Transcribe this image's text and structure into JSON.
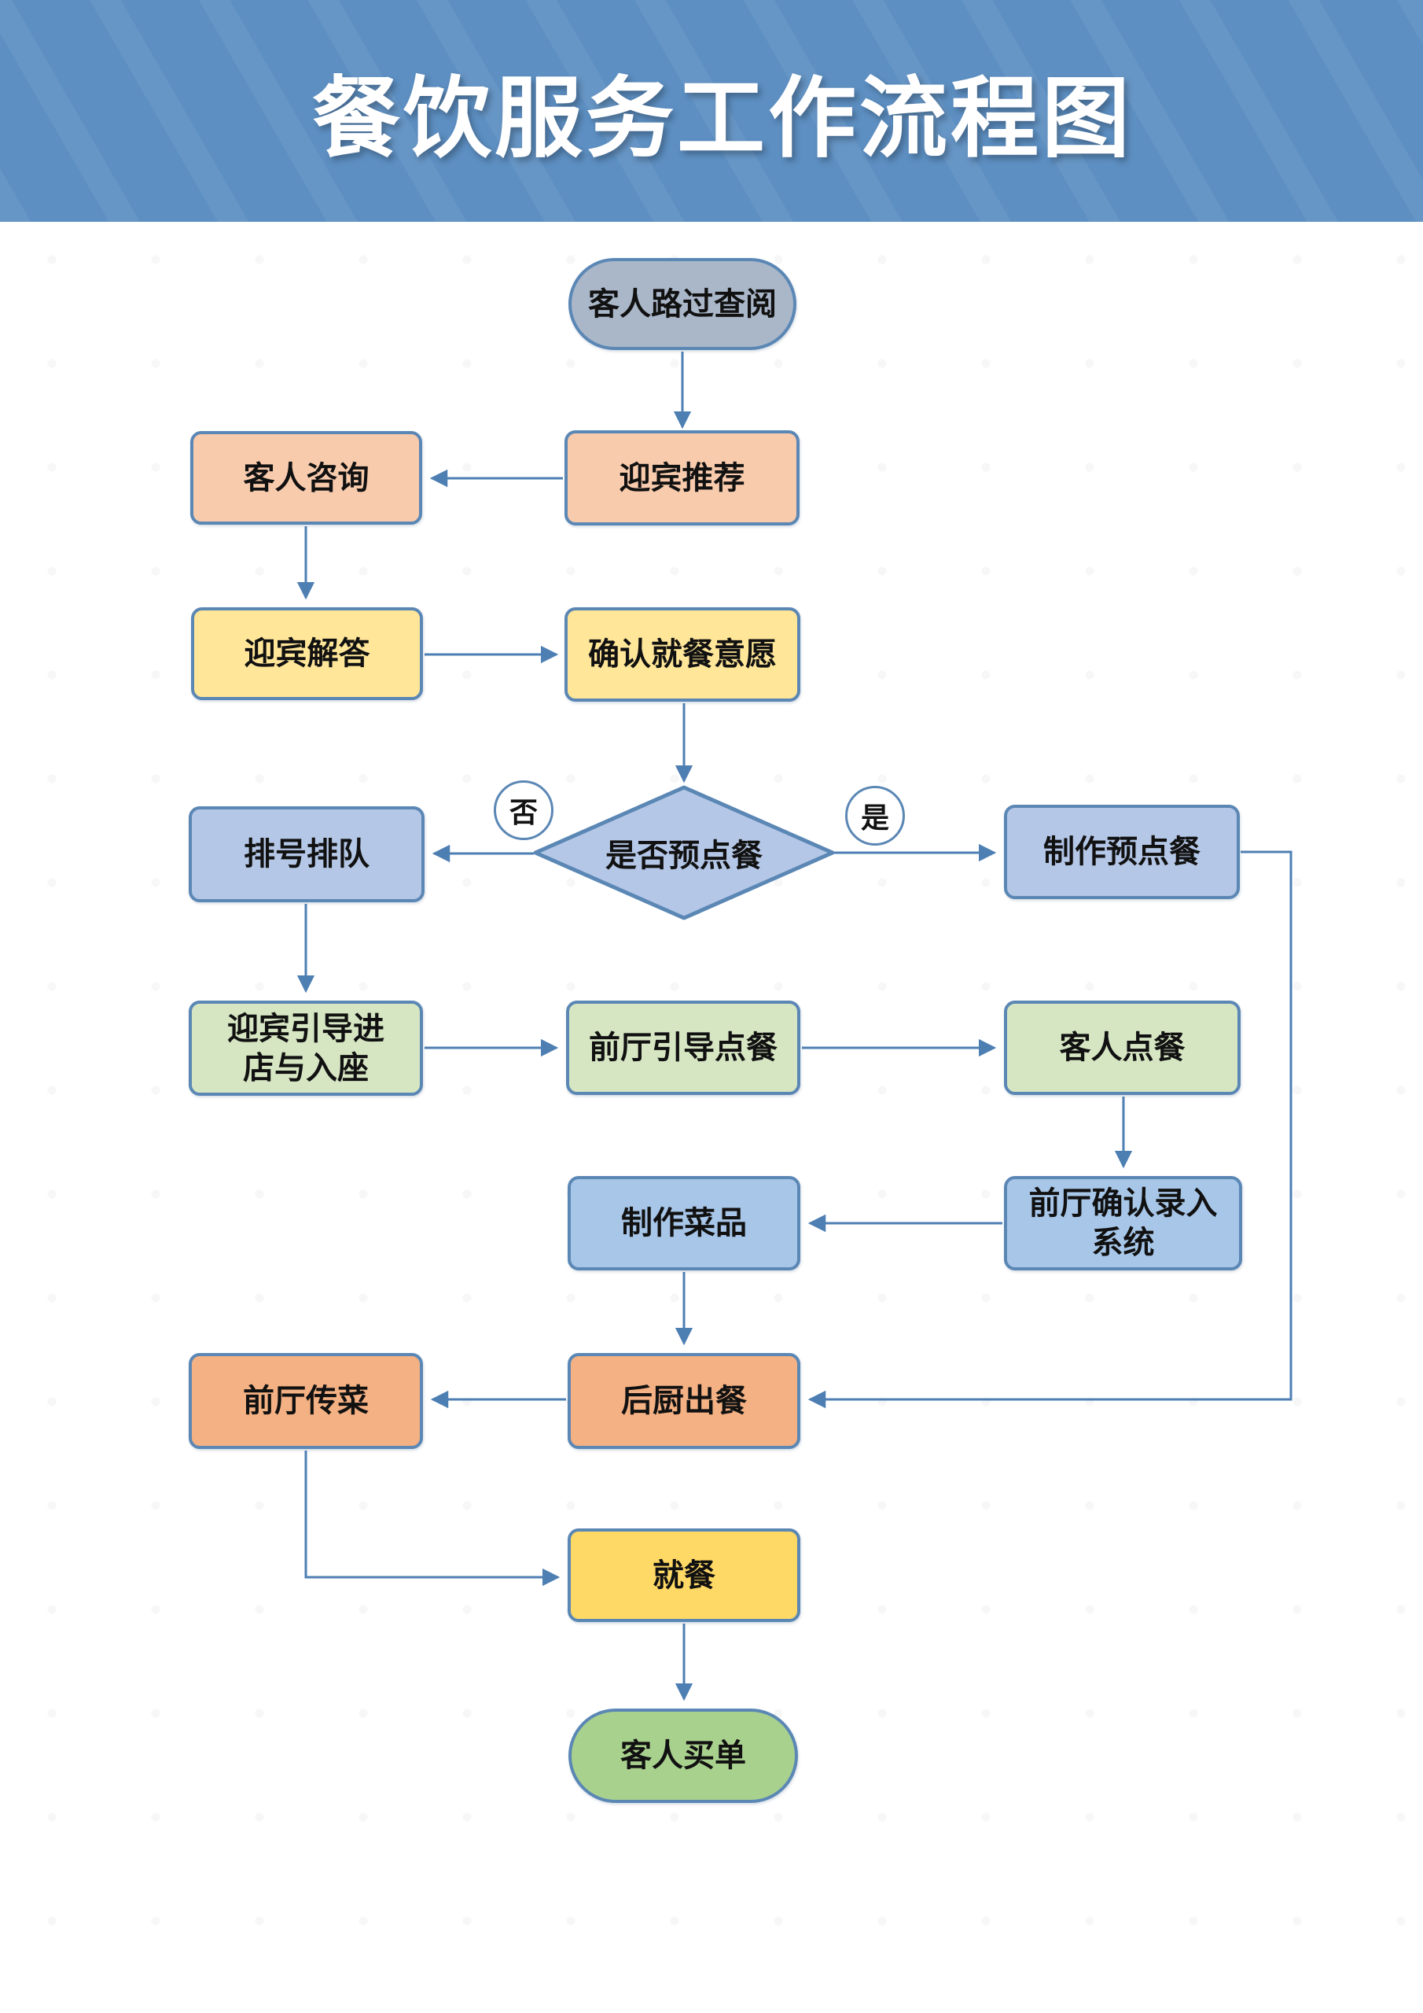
{
  "title": "餐饮服务工作流程图",
  "palette": {
    "header_blue": "#5d8fc2",
    "node_border_blue": "#5b87b5",
    "connector_blue": "#4e7fb3",
    "start_gray_blue": "#aab7c9",
    "peach": "#f8cbad",
    "yellow": "#ffe699",
    "light_blue": "#b4c7e7",
    "light_green": "#d6e6c3",
    "orange": "#f4b183",
    "gold": "#ffd966",
    "end_green": "#a9d18e",
    "text_black": "#111111",
    "title_white": "#ffffff"
  },
  "nodes": {
    "guest_passes_by": {
      "label": "客人路过查阅",
      "shape": "stadium"
    },
    "greeter_recommends": {
      "label": "迎宾推荐",
      "shape": "rect"
    },
    "guest_inquires": {
      "label": "客人咨询",
      "shape": "rect"
    },
    "greeter_answers": {
      "label": "迎宾解答",
      "shape": "rect"
    },
    "confirm_dining_intent": {
      "label": "确认就餐意愿",
      "shape": "rect"
    },
    "queue_number": {
      "label": "排号排队",
      "shape": "rect"
    },
    "make_pre_order": {
      "label": "制作预点餐",
      "shape": "rect"
    },
    "guide_into_store": {
      "label": "迎宾引导进店与入座",
      "shape": "rect"
    },
    "front_guides_order": {
      "label": "前厅引导点餐",
      "shape": "rect"
    },
    "guest_orders": {
      "label": "客人点餐",
      "shape": "rect"
    },
    "confirm_entry_system": {
      "label": "前厅确认录入系统",
      "shape": "rect"
    },
    "make_dishes": {
      "label": "制作菜品",
      "shape": "rect"
    },
    "kitchen_serves": {
      "label": "后厨出餐",
      "shape": "rect"
    },
    "front_delivers": {
      "label": "前厅传菜",
      "shape": "rect"
    },
    "dining": {
      "label": "就餐",
      "shape": "rect"
    },
    "guest_pays": {
      "label": "客人买单",
      "shape": "stadium"
    }
  },
  "decision": {
    "question": "是否预点餐",
    "no_label": "否",
    "yes_label": "是"
  },
  "edges": [
    {
      "from": "guest_passes_by",
      "to": "greeter_recommends"
    },
    {
      "from": "greeter_recommends",
      "to": "guest_inquires"
    },
    {
      "from": "guest_inquires",
      "to": "greeter_answers"
    },
    {
      "from": "greeter_answers",
      "to": "confirm_dining_intent"
    },
    {
      "from": "confirm_dining_intent",
      "to": "pre_order_decision"
    },
    {
      "from": "pre_order_decision",
      "to": "queue_number",
      "label": "否"
    },
    {
      "from": "pre_order_decision",
      "to": "make_pre_order",
      "label": "是"
    },
    {
      "from": "queue_number",
      "to": "guide_into_store"
    },
    {
      "from": "guide_into_store",
      "to": "front_guides_order"
    },
    {
      "from": "front_guides_order",
      "to": "guest_orders"
    },
    {
      "from": "guest_orders",
      "to": "confirm_entry_system"
    },
    {
      "from": "confirm_entry_system",
      "to": "make_dishes"
    },
    {
      "from": "make_dishes",
      "to": "kitchen_serves"
    },
    {
      "from": "make_pre_order",
      "to": "kitchen_serves"
    },
    {
      "from": "kitchen_serves",
      "to": "front_delivers"
    },
    {
      "from": "front_delivers",
      "to": "dining"
    },
    {
      "from": "dining",
      "to": "guest_pays"
    }
  ]
}
